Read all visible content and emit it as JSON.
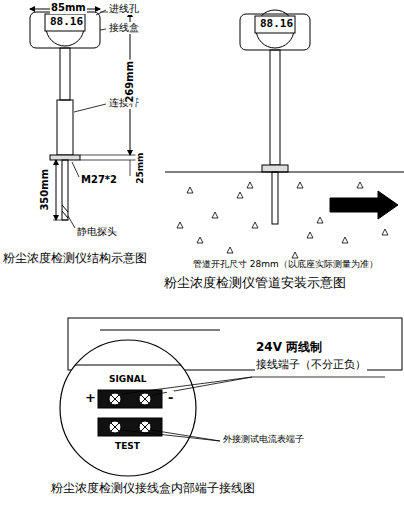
{
  "diagram": {
    "labels": [
      "85mm",
      "88.16",
      "进线孔",
      "接线盒",
      "连接杆",
      "269mm",
      "25mm",
      "M27*2",
      "350mm",
      "静电探头",
      "粉尘浓度检测仪结构示意图",
      "88.16",
      "管道开孔尺寸 28mm（以底座实际测量为准）",
      "粉尘浓度检测仪管道安装示意图",
      "24V 两线制",
      "接线端子（不分正负）",
      "SIGNAL",
      "+",
      "-",
      "TEST",
      "外接测试电流表端子",
      "粉尘浓度检测仪接线盒内部端子接线图"
    ]
  }
}
